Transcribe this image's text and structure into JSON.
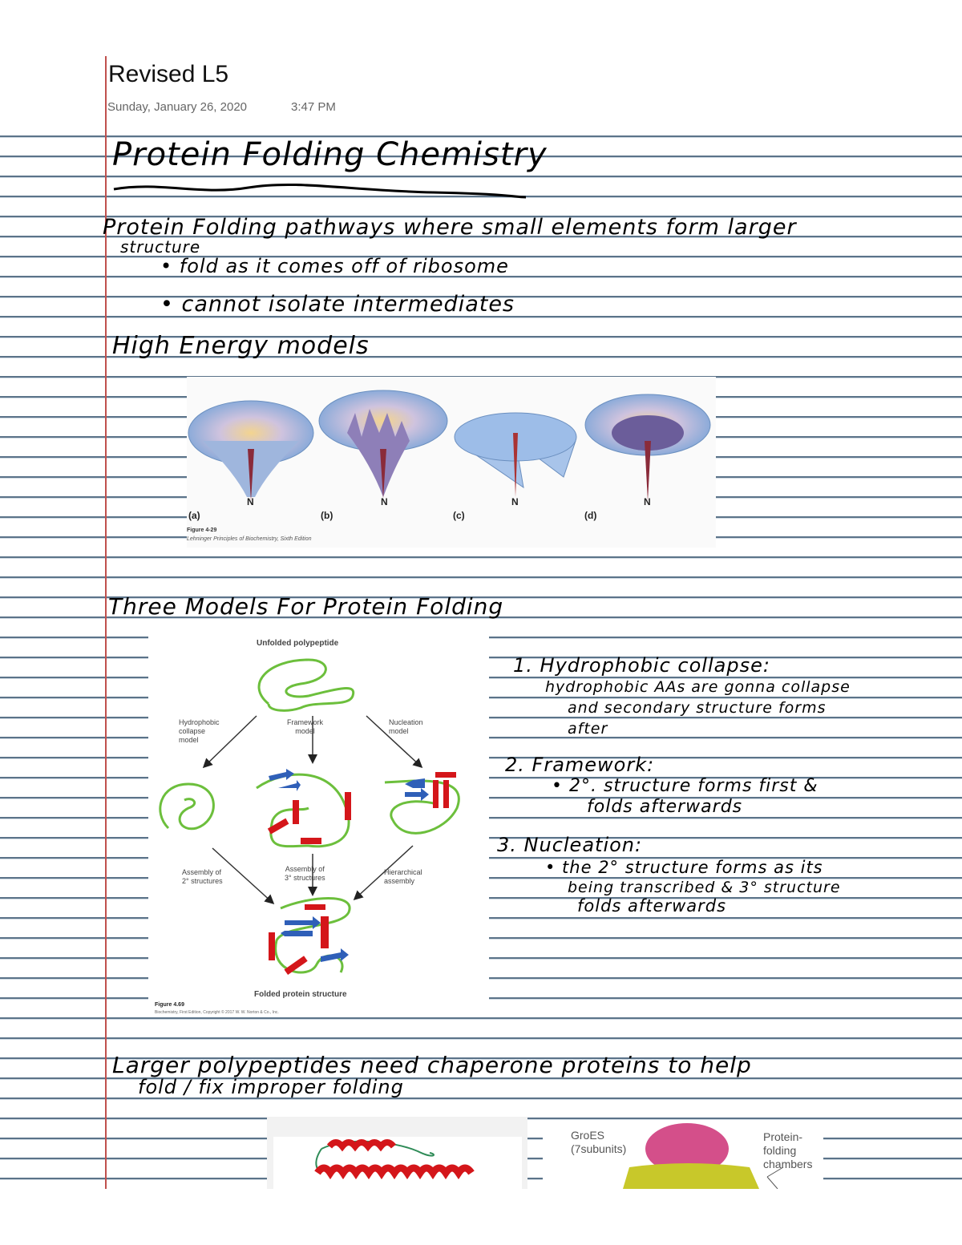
{
  "page": {
    "title": "Revised L5",
    "date": "Sunday, January 26, 2020",
    "time": "3:47 PM"
  },
  "colors": {
    "rule_line": "#5b7389",
    "margin_line": "#c0504d",
    "ink": "#000000",
    "coil": "#6cbf3c",
    "helix": "#d4161a",
    "sheet": "#2f5fb8"
  },
  "notes": {
    "heading": "Protein Folding Chemistry",
    "line1": "Protein Folding pathways where small elements form larger",
    "line1b": "structure",
    "bullet1": "• fold as it comes off of ribosome",
    "bullet2": "• cannot isolate intermediates",
    "high_energy": "High Energy models",
    "three_models": "Three Models For Protein Folding",
    "m1_title": "1. Hydrophobic collapse:",
    "m1_l1": "hydrophobic AAs are gonna collapse",
    "m1_l2": "and secondary structure forms",
    "m1_l3": "after",
    "m2_title": "2. Framework:",
    "m2_l1": "• 2°. structure forms first &",
    "m2_l2": "folds afterwards",
    "m3_title": "3. Nucleation:",
    "m3_l1": "• the 2° structure forms as its",
    "m3_l2": "being transcribed & 3° structure",
    "m3_l3": "folds afterwards",
    "chaperone_l1": "Larger polypeptides need chaperone proteins to help",
    "chaperone_l2": "fold / fix improper folding"
  },
  "figure_energy": {
    "n_label": "N",
    "panels": [
      "(a)",
      "(b)",
      "(c)",
      "(d)"
    ],
    "caption": "Figure 4-29",
    "source": "Lehninger Principles of Biochemistry, Sixth Edition"
  },
  "figure_models": {
    "top": "Unfolded polypeptide",
    "hydrophobic": [
      "Hydrophobic",
      "collapse",
      "model"
    ],
    "framework": [
      "Framework",
      "model"
    ],
    "nucleation": [
      "Nucleation",
      "model"
    ],
    "assembly2": [
      "Assembly of",
      "2° structures"
    ],
    "assembly3": [
      "Assembly of",
      "3° structures"
    ],
    "hierarchical": [
      "Hierarchical",
      "assembly"
    ],
    "bottom": "Folded protein structure",
    "caption": "Figure 4.69",
    "source": "Biochemistry, First Edition, Copyright © 2017 W. W. Norton & Co., Inc."
  },
  "figure_chaperone": {
    "groes": [
      "GroES",
      "(7subunits)"
    ],
    "chambers": [
      "Protein-",
      "folding",
      "chambers"
    ]
  }
}
